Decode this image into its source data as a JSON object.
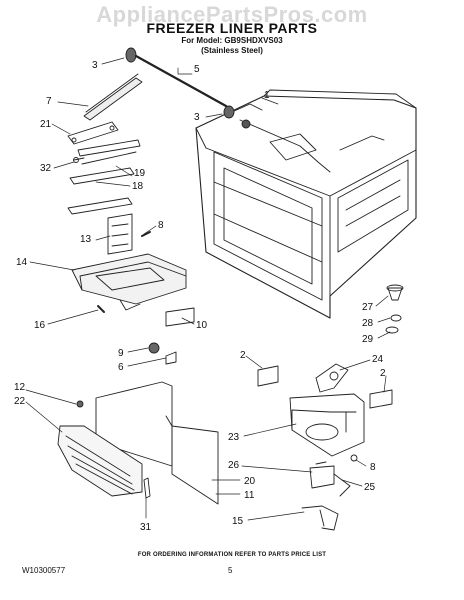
{
  "watermark": "AppliancePartsPros.com",
  "header": {
    "title": "FREEZER LINER PARTS",
    "model_line": "For Model: GB9SHDXVS03",
    "finish_line": "(Stainless Steel)"
  },
  "callouts": [
    "3",
    "5",
    "1",
    "7",
    "3",
    "21",
    "32",
    "19",
    "18",
    "8",
    "13",
    "14",
    "16",
    "10",
    "27",
    "28",
    "29",
    "9",
    "6",
    "2",
    "24",
    "2",
    "12",
    "22",
    "23",
    "26",
    "8",
    "20",
    "25",
    "11",
    "15",
    "31"
  ],
  "footer": {
    "note": "FOR ORDERING INFORMATION REFER TO PARTS PRICE LIST",
    "doc_number": "W10300577",
    "page_number": "5"
  }
}
